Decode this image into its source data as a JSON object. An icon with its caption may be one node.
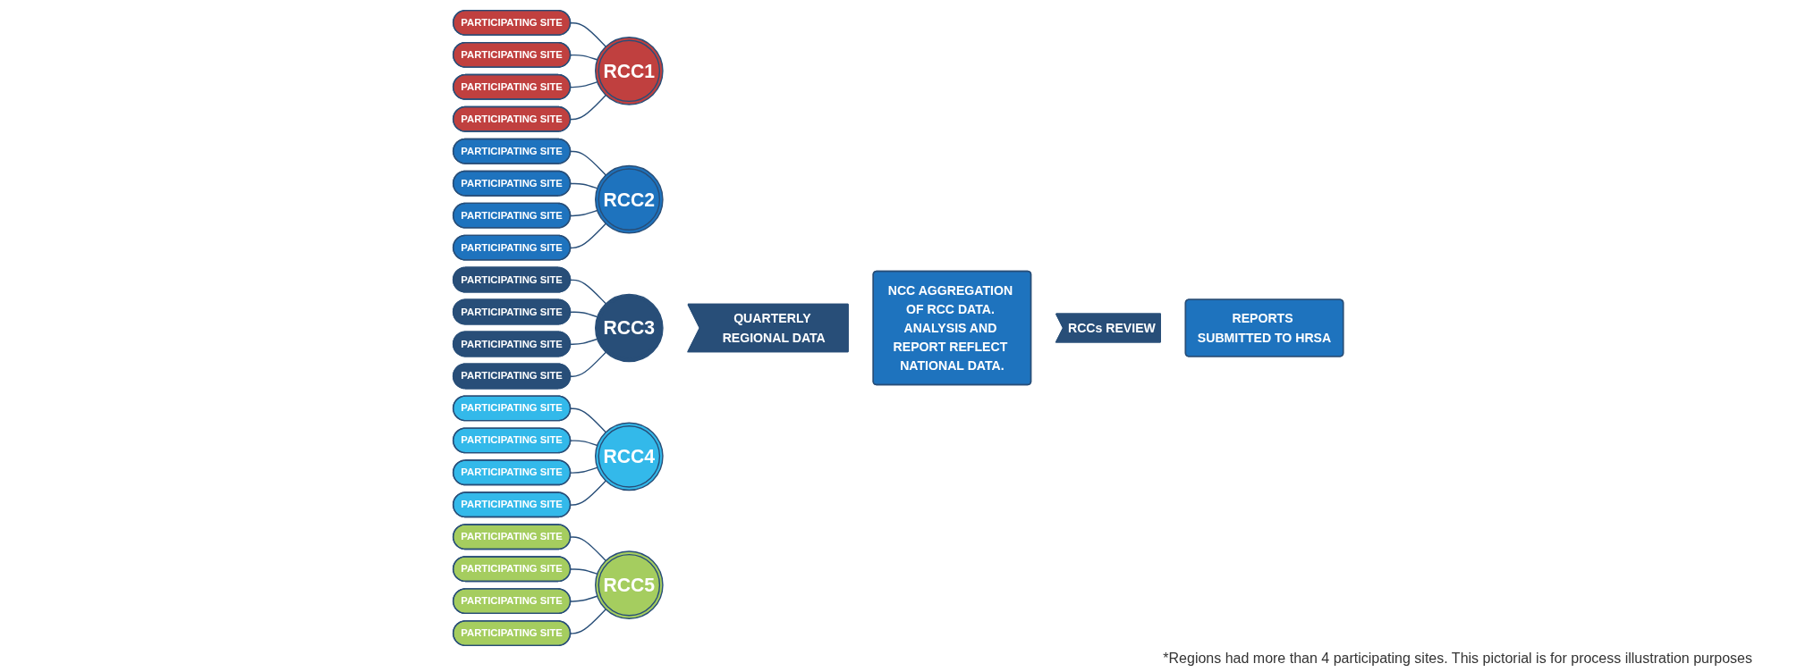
{
  "diagram": {
    "caption": "*Regions had more than 4 participating sites. This pictorial is for process illustration purposes",
    "nodes": [
      {
        "text": [
          "RCC1"
        ]
      },
      {
        "text": [
          "PARTICIPATING SITE"
        ]
      },
      {
        "text": [
          "PARTICIPATING SITE"
        ]
      },
      {
        "text": [
          "PARTICIPATING SITE"
        ]
      },
      {
        "text": [
          "PARTICIPATING SITE"
        ]
      },
      {
        "text": [
          "RCC2"
        ]
      },
      {
        "text": [
          "PARTICIPATING SITE"
        ]
      },
      {
        "text": [
          "PARTICIPATING SITE"
        ]
      },
      {
        "text": [
          "PARTICIPATING SITE"
        ]
      },
      {
        "text": [
          "PARTICIPATING SITE"
        ]
      },
      {
        "text": [
          "RCC3"
        ]
      },
      {
        "text": [
          "PARTICIPATING SITE"
        ]
      },
      {
        "text": [
          "PARTICIPATING SITE"
        ]
      },
      {
        "text": [
          "PARTICIPATING SITE"
        ]
      },
      {
        "text": [
          "PARTICIPATING SITE"
        ]
      },
      {
        "text": [
          "RCC4"
        ]
      },
      {
        "text": [
          "PARTICIPATING SITE"
        ]
      },
      {
        "text": [
          "PARTICIPATING SITE"
        ]
      },
      {
        "text": [
          "PARTICIPATING SITE"
        ]
      },
      {
        "text": [
          "PARTICIPATING SITE"
        ]
      },
      {
        "text": [
          "RCC5"
        ]
      },
      {
        "text": [
          "PARTICIPATING SITE"
        ]
      },
      {
        "text": [
          "PARTICIPATING SITE"
        ]
      },
      {
        "text": [
          "PARTICIPATING SITE"
        ]
      },
      {
        "text": [
          "PARTICIPATING SITE"
        ]
      },
      {
        "text": [
          "QUARTERLY REGIONAL DATA"
        ]
      },
      {
        "text": [
          "NCC AGGREGATION OF RCC DATA. ANALYSIS AND REPORT REFLECT NATIONAL DATA."
        ]
      },
      {
        "text": [
          "RCCs REVIEW"
        ]
      },
      {
        "text": [
          "REPORTS SUBMITTED TO HRSA"
        ]
      }
    ],
    "edges": [
      {
        "from": 1,
        "to": 0,
        "arrow": "none"
      },
      {
        "from": 2,
        "to": 0,
        "arrow": "none"
      },
      {
        "from": 3,
        "to": 0,
        "arrow": "none"
      },
      {
        "from": 4,
        "to": 0,
        "arrow": "none"
      },
      {
        "from": 6,
        "to": 5,
        "arrow": "none"
      },
      {
        "from": 7,
        "to": 5,
        "arrow": "none"
      },
      {
        "from": 8,
        "to": 5,
        "arrow": "none"
      },
      {
        "from": 9,
        "to": 5,
        "arrow": "none"
      },
      {
        "from": 11,
        "to": 10,
        "arrow": "none"
      },
      {
        "from": 12,
        "to": 10,
        "arrow": "none"
      },
      {
        "from": 13,
        "to": 10,
        "arrow": "none"
      },
      {
        "from": 14,
        "to": 10,
        "arrow": "none"
      },
      {
        "from": 16,
        "to": 15,
        "arrow": "none"
      },
      {
        "from": 17,
        "to": 15,
        "arrow": "none"
      },
      {
        "from": 18,
        "to": 15,
        "arrow": "none"
      },
      {
        "from": 19,
        "to": 15,
        "arrow": "none"
      },
      {
        "from": 21,
        "to": 20,
        "arrow": "none"
      },
      {
        "from": 22,
        "to": 20,
        "arrow": "none"
      },
      {
        "from": 23,
        "to": 20,
        "arrow": "none"
      },
      {
        "from": 24,
        "to": 20,
        "arrow": "none"
      }
    ]
  }
}
